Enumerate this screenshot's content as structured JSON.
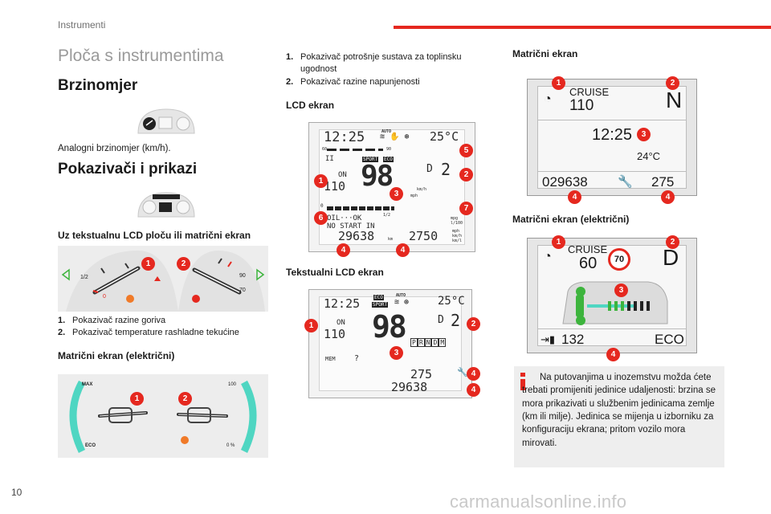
{
  "header": {
    "section": "Instrumenti"
  },
  "page_number": "10",
  "watermark": "carmanualsonline.info",
  "col1": {
    "title": "Ploča s instrumentima",
    "speedometer": {
      "heading": "Brzinomjer",
      "caption": "Analogni brzinomjer (km/h)."
    },
    "indicators": {
      "heading": "Pokazivači i prikazi"
    },
    "lcd_or_matrix": {
      "heading": "Uz tekstualnu LCD ploču ili matrični ekran",
      "items": [
        {
          "n": "1.",
          "text": "Pokazivač razine goriva"
        },
        {
          "n": "2.",
          "text": "Pokazivač temperature rashladne tekućine"
        }
      ],
      "gauge_labels": {
        "left_half": "1/2",
        "right_90": "90",
        "right_70": "70",
        "left_0": "0"
      }
    },
    "matrix_electric": {
      "heading": "Matrični ekran (električni)",
      "labels": {
        "max": "MAX",
        "eco": "ECO",
        "hundred": "100",
        "zero_pct": "0 %"
      }
    }
  },
  "col2": {
    "items": [
      {
        "n": "1.",
        "text": "Pokazivač potrošnje sustava za toplinsku ugodnost"
      },
      {
        "n": "2.",
        "text": "Pokazivač razine napunjenosti"
      }
    ],
    "lcd_heading": "LCD ekran",
    "lcd": {
      "clock": "12:25",
      "auto": "AUTO",
      "temp": "25°C",
      "scale_60": "60",
      "scale_90": "90",
      "sport": "SPORT",
      "eco": "ECO",
      "speed": "98",
      "speed_unit": "km/h",
      "speed_unit_mph": "mph",
      "gear": "D",
      "gear_num": "2",
      "cruise_on": "ON",
      "cruise_speed": "110",
      "fuel_0": "0",
      "fuel_half": "1/2",
      "oil": "OIL···OK",
      "nostart": "NO START IN",
      "odometer": "29638",
      "odo_unit": "km",
      "trip": "2750",
      "cons_unit": "mpg",
      "cons_unit2": "l/100",
      "range_unit1": "mph",
      "range_unit2": "km/h",
      "range_unit3": "km/l"
    },
    "text_lcd_heading": "Tekstualni LCD ekran",
    "text_lcd": {
      "clock": "12:25",
      "eco": "ECO",
      "sport": "SPORT",
      "auto": "AUTO",
      "temp": "25°C",
      "cruise_on": "ON",
      "cruise_speed": "110",
      "speed": "98",
      "gear": "D",
      "gear_num": "2",
      "prndm": [
        "P",
        "R",
        "N",
        "D",
        "M"
      ],
      "mem": "MEM",
      "mem_q": "?",
      "range": "275",
      "odometer": "29638"
    }
  },
  "col3": {
    "matrix_heading": "Matrični ekran",
    "matrix": {
      "cruise": "CRUISE",
      "cruise_speed": "110",
      "gear": "N",
      "clock": "12:25",
      "temp": "24°C",
      "odometer": "029638",
      "range": "275"
    },
    "matrix_electric_heading": "Matrični ekran (električni)",
    "matrix_electric": {
      "cruise": "CRUISE",
      "cruise_speed": "60",
      "limit": "70",
      "gear": "D",
      "range": "132",
      "mode": "ECO"
    },
    "info": "Na putovanjima u inozemstvu možda ćete trebati promijeniti jedinice udaljenosti: brzina se mora prikazivati u službenim jedinicama zemlje (km ili milje). Jedinica se mijenja u izborniku za konfiguraciju ekrana; pritom vozilo mora mirovati."
  },
  "badges": [
    "1",
    "2",
    "3",
    "4",
    "5",
    "6",
    "7"
  ],
  "colors": {
    "accent": "#e5281f",
    "gauge_teal": "#4fd6c2",
    "orange_dot": "#f07a28",
    "muted_grey": "#9a9a9a"
  }
}
